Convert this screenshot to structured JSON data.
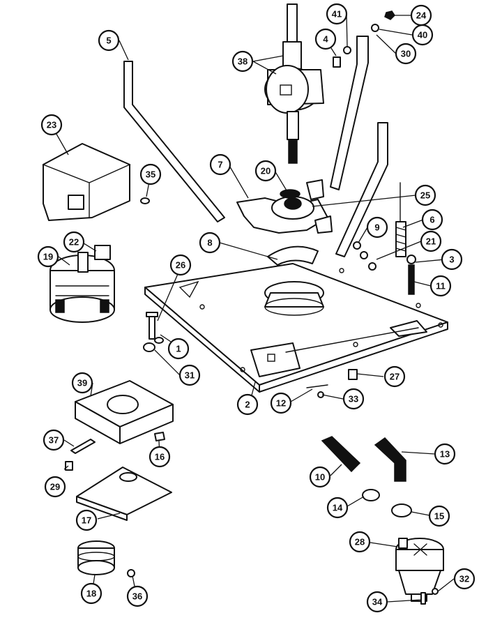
{
  "callouts": [
    {
      "label": "1"
    },
    {
      "label": "2"
    },
    {
      "label": "3"
    },
    {
      "label": "4"
    },
    {
      "label": "5"
    },
    {
      "label": "6"
    },
    {
      "label": "7"
    },
    {
      "label": "8"
    },
    {
      "label": "9"
    },
    {
      "label": "10"
    },
    {
      "label": "11"
    },
    {
      "label": "12"
    },
    {
      "label": "13"
    },
    {
      "label": "14"
    },
    {
      "label": "15"
    },
    {
      "label": "16"
    },
    {
      "label": "17"
    },
    {
      "label": "18"
    },
    {
      "label": "19"
    },
    {
      "label": "20"
    },
    {
      "label": "21"
    },
    {
      "label": "22"
    },
    {
      "label": "23"
    },
    {
      "label": "24"
    },
    {
      "label": "25"
    },
    {
      "label": "26"
    },
    {
      "label": "27"
    },
    {
      "label": "28"
    },
    {
      "label": "29"
    },
    {
      "label": "30"
    },
    {
      "label": "31"
    },
    {
      "label": "32"
    },
    {
      "label": "33"
    },
    {
      "label": "34"
    },
    {
      "label": "35"
    },
    {
      "label": "36"
    },
    {
      "label": "37"
    },
    {
      "label": "38"
    },
    {
      "label": "39"
    },
    {
      "label": "40"
    },
    {
      "label": "41"
    }
  ]
}
